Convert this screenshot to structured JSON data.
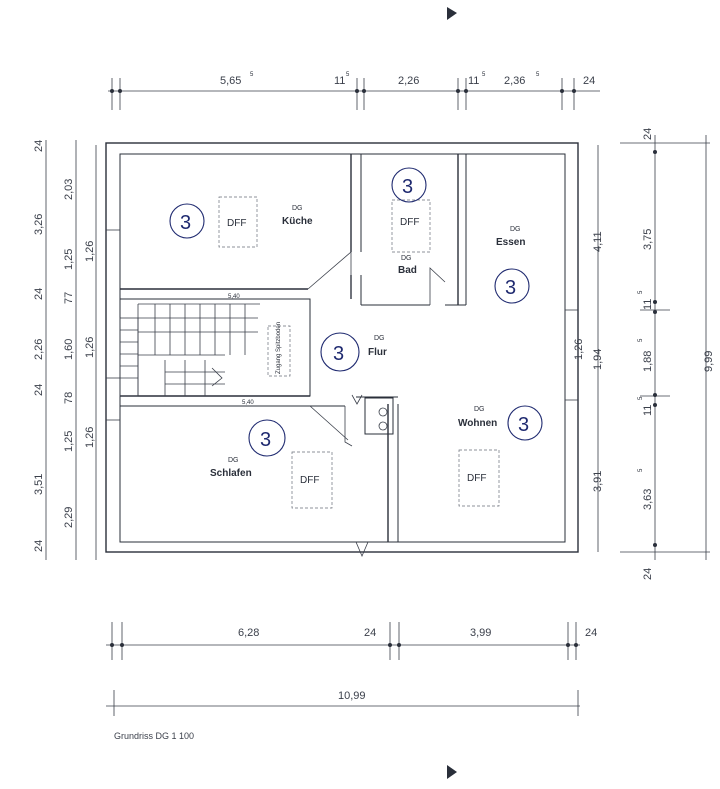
{
  "caption": "Grundriss DG 1 100",
  "floor_tag": "DG",
  "badge_value": "3",
  "skylight_label": "DFF",
  "rooms": [
    {
      "name": "Küche"
    },
    {
      "name": "Bad"
    },
    {
      "name": "Essen"
    },
    {
      "name": "Flur"
    },
    {
      "name": "Wohnen"
    },
    {
      "name": "Schlafen"
    }
  ],
  "stair_access_label": "Zugang Spitzboden",
  "top_dimensions": [
    "5,65",
    "5",
    "11",
    "5",
    "2,26",
    "11",
    "5",
    "2,36",
    "5",
    "24"
  ],
  "bottom_dimensions": [
    "6,28",
    "24",
    "3,99",
    "24"
  ],
  "total_width": "10,99",
  "left_outer_dimensions": [
    "24",
    "3,26",
    "24",
    "2,26",
    "24",
    "3,51",
    "24"
  ],
  "left_mid_dimensions": [
    "2,03",
    "1,25",
    "77",
    "1,60",
    "78",
    "1,25",
    "2,29"
  ],
  "left_inner_dimensions": [
    "1,26",
    "1,26",
    "1,26"
  ],
  "right_inner_dimensions": [
    "4,11",
    "1,94",
    "1,26",
    "3,91"
  ],
  "right_outer_dimensions": [
    "24",
    "3,75",
    "11",
    "5",
    "1,88",
    "5",
    "11",
    "5",
    "3,63",
    "5",
    "24"
  ],
  "right_total": "9,99",
  "wall_marks": [
    "5,40",
    "5,40"
  ]
}
